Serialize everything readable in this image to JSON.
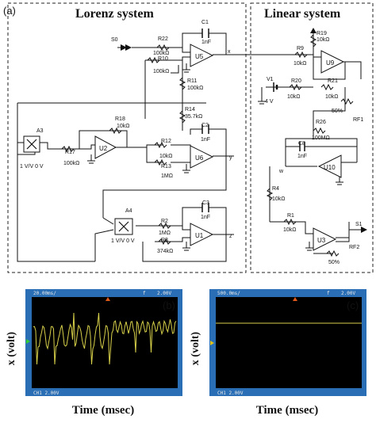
{
  "figure": {
    "panel_a": "(a)",
    "panel_b": "(b)",
    "panel_c": "(c)"
  },
  "lorenz": {
    "title": "Lorenz system",
    "s0": "S0",
    "components": {
      "C1": {
        "name": "C1",
        "value": "1nF"
      },
      "R22": {
        "name": "R22",
        "value": "100kΩ"
      },
      "R10": {
        "name": "R10",
        "value": "100kΩ"
      },
      "U5": "U5",
      "R11": {
        "name": "R11",
        "value": "100kΩ"
      },
      "R14": {
        "name": "R14",
        "value": "35.7kΩ"
      },
      "R18": {
        "name": "R18",
        "value": "10kΩ"
      },
      "U2": "U2",
      "C2": {
        "name": "C2",
        "value": "1nF"
      },
      "R12": {
        "name": "R12",
        "value": "10kΩ"
      },
      "R13": {
        "name": "R13",
        "value": "1MΩ"
      },
      "U6": "U6",
      "A3": {
        "name": "A3",
        "value": "1 V/V 0 V"
      },
      "R17": {
        "name": "R17",
        "value": "100kΩ"
      },
      "A4": {
        "name": "A4",
        "value": "1 V/V 0 V"
      },
      "C3": {
        "name": "C3",
        "value": "1nF"
      },
      "R2": {
        "name": "R2",
        "value": "1MΩ"
      },
      "R3": {
        "name": "R3",
        "value": "374kΩ"
      },
      "U1": "U1"
    },
    "outputs": {
      "x": "x",
      "y": "y",
      "z": "z"
    }
  },
  "linear": {
    "title": "Linear system",
    "components": {
      "R19": {
        "name": "R19",
        "value": "10kΩ"
      },
      "R9": {
        "name": "R9",
        "value": "10kΩ"
      },
      "U9": "U9",
      "V1": {
        "name": "V1",
        "value": "4 V"
      },
      "R20": {
        "name": "R20",
        "value": "10kΩ"
      },
      "R21": {
        "name": "R21",
        "value": "10kΩ"
      },
      "RF1": {
        "name": "RF1",
        "value": "50%"
      },
      "R26": {
        "name": "R26",
        "value": "100MΩ"
      },
      "C8": {
        "name": "C8",
        "value": "1nF"
      },
      "U10": "U10",
      "R4": {
        "name": "R4",
        "value": "10kΩ"
      },
      "R1": {
        "name": "R1",
        "value": "10kΩ"
      },
      "U3": "U3",
      "RF2": {
        "name": "RF2",
        "value": "50%"
      }
    },
    "w_label": "w",
    "s1": "S1"
  },
  "scope_b": {
    "timebase": "20.00ms/",
    "trig": "f",
    "ch_level": "2.00V",
    "ch_footer": "CH1  2.00V",
    "xlabel": "Time (msec)",
    "ylabel": "x (volt)"
  },
  "scope_c": {
    "timebase": "500.0ms/",
    "trig": "f",
    "ch_level": "2.00V",
    "ch_footer": "CH1  2.00V",
    "xlabel": "Time (msec)",
    "ylabel": "x (volt)"
  },
  "colors": {
    "scope_bg": "#000000",
    "scope_bezel": "#2a6fb5",
    "trace": "#d8d14a"
  }
}
